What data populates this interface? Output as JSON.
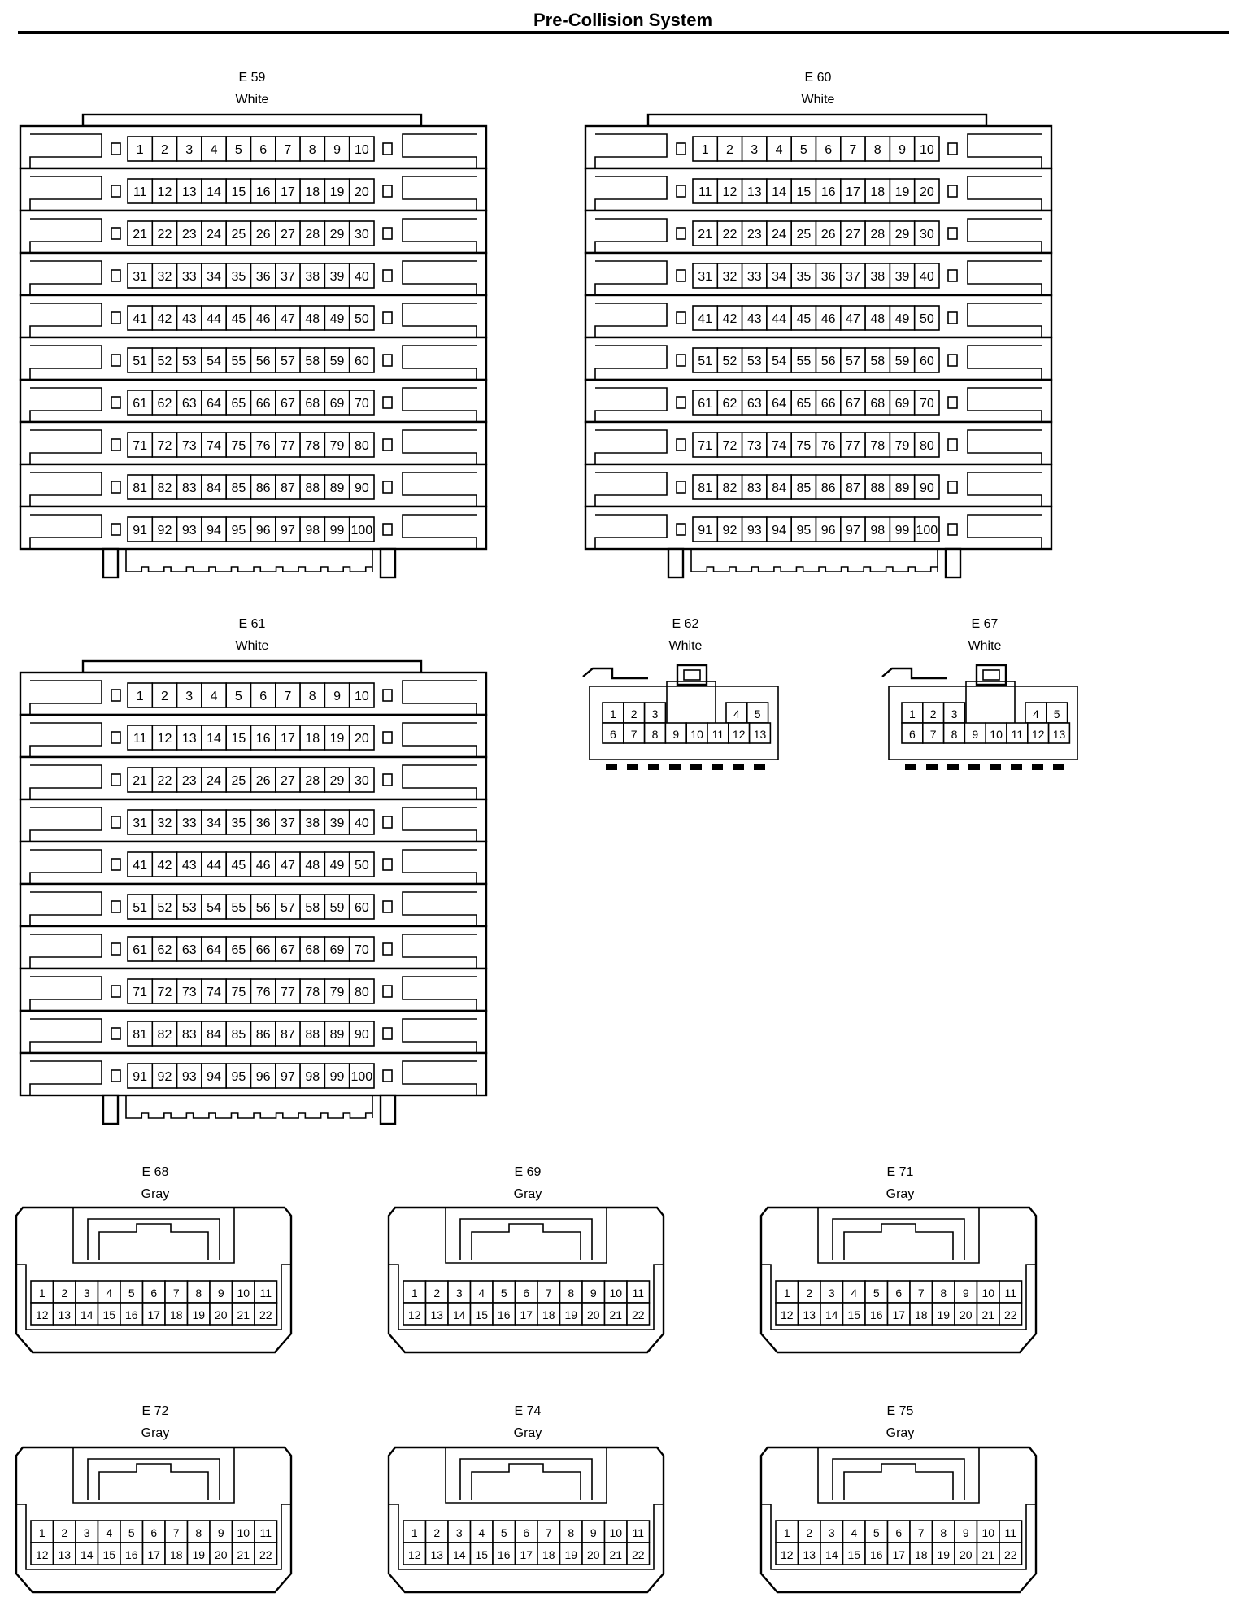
{
  "page": {
    "title": "Pre-Collision System"
  },
  "connectors": [
    {
      "id": "E 59",
      "color": "White",
      "type": "hundred",
      "rows": 10,
      "per_row": 10
    },
    {
      "id": "E 60",
      "color": "White",
      "type": "hundred",
      "rows": 10,
      "per_row": 10
    },
    {
      "id": "E 61",
      "color": "White",
      "type": "hundred",
      "rows": 10,
      "per_row": 10
    },
    {
      "id": "E 62",
      "color": "White",
      "type": "thirteen",
      "top_pins": [
        "1",
        "2",
        "3",
        "4",
        "5"
      ],
      "bottom_pins": [
        "6",
        "7",
        "8",
        "9",
        "10",
        "11",
        "12",
        "13"
      ]
    },
    {
      "id": "E 67",
      "color": "White",
      "type": "thirteen",
      "top_pins": [
        "1",
        "2",
        "3",
        "4",
        "5"
      ],
      "bottom_pins": [
        "6",
        "7",
        "8",
        "9",
        "10",
        "11",
        "12",
        "13"
      ]
    },
    {
      "id": "E 68",
      "color": "Gray",
      "type": "twentytwo",
      "rows": 2,
      "per_row": 11
    },
    {
      "id": "E 69",
      "color": "Gray",
      "type": "twentytwo",
      "rows": 2,
      "per_row": 11
    },
    {
      "id": "E 71",
      "color": "Gray",
      "type": "twentytwo",
      "rows": 2,
      "per_row": 11
    },
    {
      "id": "E 72",
      "color": "Gray",
      "type": "twentytwo",
      "rows": 2,
      "per_row": 11
    },
    {
      "id": "E 74",
      "color": "Gray",
      "type": "twentytwo",
      "rows": 2,
      "per_row": 11
    },
    {
      "id": "E 75",
      "color": "Gray",
      "type": "twentytwo",
      "rows": 2,
      "per_row": 11
    }
  ]
}
